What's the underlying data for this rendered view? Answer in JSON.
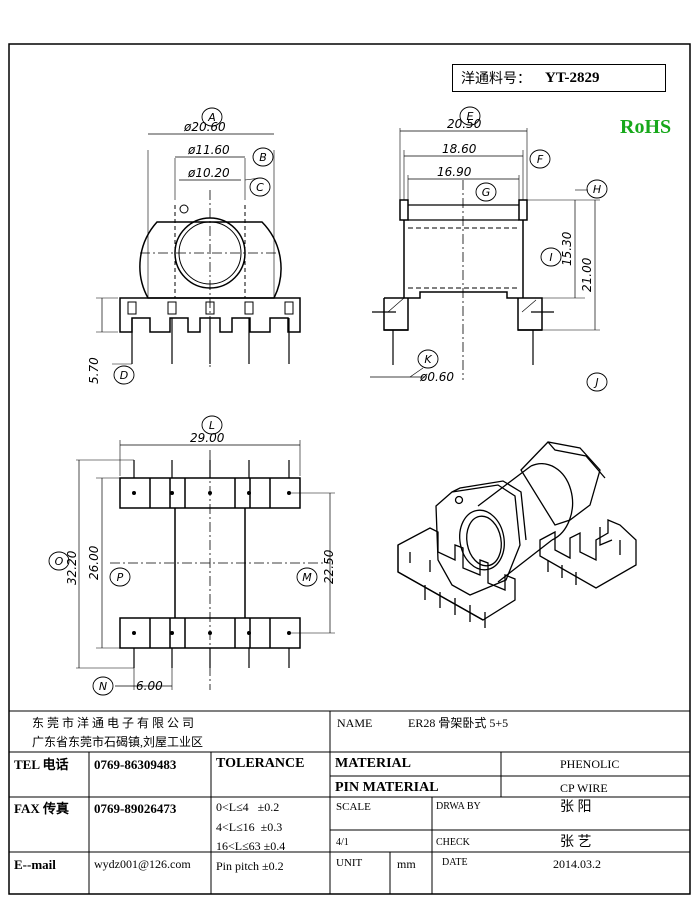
{
  "header": {
    "part_no_label": "洋通料号：",
    "part_no": "YT-2829",
    "rohs": "RoHS"
  },
  "dimensions": {
    "A": "ø20.60",
    "B": "ø11.60",
    "C": "ø10.20",
    "D": "5.70",
    "E": "20.50",
    "F": "18.60",
    "G": "16.90",
    "H": "",
    "I": "15.30",
    "J": "21.00",
    "K": "ø0.60",
    "L": "29.00",
    "M": "22.50",
    "N": "6.00",
    "O": "32.20",
    "P": "26.00"
  },
  "labels": [
    "A",
    "B",
    "C",
    "D",
    "E",
    "F",
    "G",
    "H",
    "I",
    "J",
    "K",
    "L",
    "M",
    "N",
    "O",
    "P"
  ],
  "title_block": {
    "company": "东 莞 市 洋 通 电 子 有 限 公 司",
    "address": "广东省东莞市石碣镇,刘屋工业区",
    "name_label": "NAME",
    "name_value": "ER28 骨架卧式 5+5",
    "tel_label": "TEL 电话",
    "tel_value": "0769-86309483",
    "fax_label": "FAX 传真",
    "fax_value": "0769-89026473",
    "email_label": "E--mail",
    "email_value": "wydz001@126.com",
    "tolerance_label": "TOLERANCE",
    "tolerance_lines": [
      "0<L≤4   ±0.2",
      "4<L≤16  ±0.3",
      "16<L≤63 ±0.4"
    ],
    "pin_pitch": "Pin pitch ±0.2",
    "material_label": "MATERIAL",
    "material_value": "PHENOLIC",
    "pin_material_label": "PIN MATERIAL",
    "pin_material_value": "CP WIRE",
    "scale_label": "SCALE",
    "scale_value": "4/1",
    "drawby_label": "DRWA BY",
    "drawby_value": "张 阳",
    "check_label": "CHECK",
    "check_value": "张 艺",
    "unit_label": "UNIT",
    "unit_value": "mm",
    "date_label": "DATE",
    "date_value": "2014.03.2"
  }
}
